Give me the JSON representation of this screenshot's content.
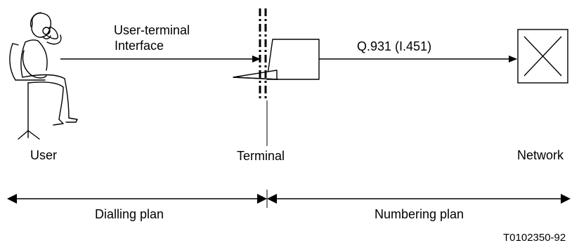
{
  "interface_label_line1": "User-terminal",
  "interface_label_line2": "Interface",
  "protocol_label": "Q.931  (I.451)",
  "user_label": "User",
  "terminal_label": "Terminal",
  "network_label": "Network",
  "dialling_plan_label": "Dialling plan",
  "numbering_plan_label": "Numbering plan",
  "figure_code": "T0102350-92"
}
